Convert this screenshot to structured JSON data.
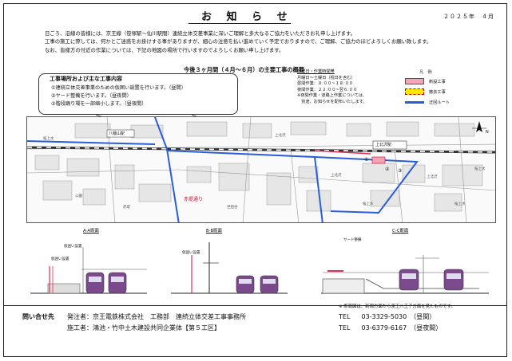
{
  "header": {
    "title": "お 知 ら せ",
    "date": "２０２５年　４月"
  },
  "intro": [
    "日ごろ、沿線の皆様には、京王線（笹塚駅～仙川駅間）連続立体交差事業に深いご理解と多大なるご協力をいただきお礼申し上げます。",
    "工事の施工に際しては、何かとご迷惑をお掛けする事がありますが、細心の注意を払い進めていく予定でおりますので、ご理解、ご協力のほどよろしくお願い致します。",
    "なお、皆様方の付近の作業については、下記の地図の場所で行いますのでよろしくお願い申し上げます。"
  ],
  "summary_title": "今後３ヶ月間（４月～６月）の主要工事の概要",
  "works": {
    "title": "工事場所および主な工事内容",
    "items": [
      "①連続立体交差事業のための仮囲い設置を行います。（昼間）",
      "②ヤード整備を行います。（昼夜間）",
      "③階段踊り場を一部縮小します。（昼夜間）"
    ]
  },
  "hours": {
    "title": "作業日・作業時間帯",
    "lines": [
      "月曜日～土曜日（祝日を含む）",
      "昼間作業：８:００~１８:００",
      "夜間作業：２２:００~翌６:００",
      "※夜間作業・道路上作業については、",
      "　別途、お知らせを配布いたします。"
    ]
  },
  "legend": {
    "title": "凡　例",
    "items": [
      {
        "label": "新設工事",
        "color": "#f4a4b2"
      },
      {
        "label": "撤去工事",
        "color": "#ffe600"
      },
      {
        "label": "迂回ルート",
        "color": "#2a5ddb"
      }
    ]
  },
  "map": {
    "station": "上北沢駅",
    "road_top_left": "八幡山駅",
    "akatsutsumi": "赤堤通り",
    "numbers": [
      "①",
      "②",
      "③"
    ],
    "small_labels": [
      "公園",
      "上北沢",
      "上北沢",
      "上北沢",
      "赤堤",
      "世田谷",
      "桜上水",
      "桜上水",
      "桜上水",
      "桜上水"
    ],
    "north": "N"
  },
  "sections": {
    "aa": "A-A断面",
    "bb": "B-B断面",
    "cc": "C-C断面",
    "aa_notes": [
      "仮囲い設置",
      "仮囲い設置"
    ],
    "bb_notes": [
      "仮囲い設置"
    ],
    "cc_notes": [
      "ヤード整備"
    ]
  },
  "footer": {
    "note": "※ 断面図は、新宿方面から京王八王子方面を見たものです。",
    "contact_label": "問い合せ先",
    "orderer": "発注者：京王電鉄株式会社　工務部　連続立体交差工事事務所",
    "contractor": "施工者：鴻池・竹中土木建設共同企業体【第５工区】",
    "tel1_label": "TEL",
    "tel1": "03-3329-5030　（昼間）",
    "tel2_label": "TEL",
    "tel2": "03-6379-6167　（昼夜間）"
  }
}
